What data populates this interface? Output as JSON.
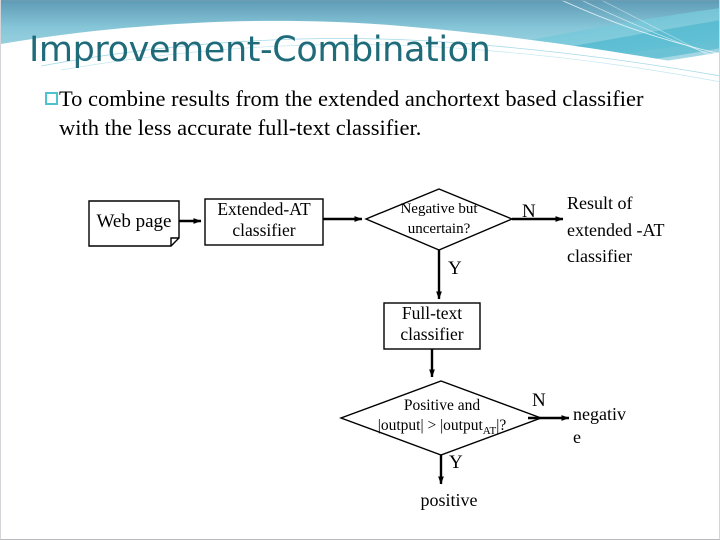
{
  "slide": {
    "title": "Improvement-Combination",
    "title_color": "#1f6b7a",
    "bullet_marker_color": "#4ec3cf",
    "background_color": "#ffffff"
  },
  "body": {
    "bullets": [
      {
        "marker": "hollow-square",
        "text": "To combine results from the extended anchortext based classifier with the less accurate full-text classifier."
      }
    ]
  },
  "flowchart": {
    "nodes": [
      {
        "id": "web-page",
        "shape": "document",
        "label": "Web page"
      },
      {
        "id": "extended-at",
        "shape": "rectangle",
        "label": "Extended-AT\nclassifier"
      },
      {
        "id": "negative-uncertain",
        "shape": "diamond",
        "label": "Negative but\nuncertain?"
      },
      {
        "id": "full-text",
        "shape": "rectangle",
        "label": "Full-text\nclassifier"
      },
      {
        "id": "positive-condition",
        "shape": "diamond",
        "label_line1": "Positive and",
        "label_line2_a": "|output| > |output",
        "label_sub": "AT",
        "label_line2_b": "|?"
      }
    ],
    "edge_labels": {
      "top_n": "N",
      "top_y": "Y",
      "bottom_n": "N",
      "bottom_y": "Y"
    },
    "terminals": [
      {
        "id": "result-extended-at",
        "text": "Result of\nextended\n-AT\nclassifier"
      },
      {
        "id": "negative-outcome",
        "text": "negativ\ne"
      },
      {
        "id": "positive-outcome",
        "text": "positive"
      }
    ]
  }
}
